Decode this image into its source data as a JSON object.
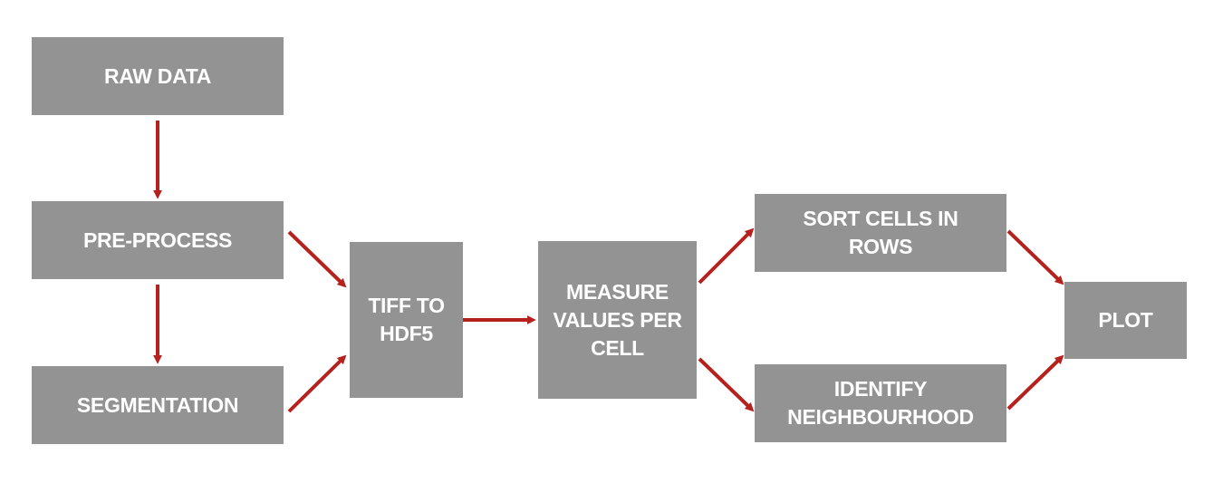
{
  "nodes": {
    "raw_data": {
      "lines": [
        "RAW DATA"
      ]
    },
    "pre_process": {
      "lines": [
        "PRE-PROCESS"
      ]
    },
    "segmentation": {
      "lines": [
        "SEGMENTATION"
      ]
    },
    "tiff_to_hdf5": {
      "lines": [
        "TIFF TO",
        "HDF5"
      ]
    },
    "measure": {
      "lines": [
        "MEASURE",
        "VALUES PER",
        "CELL"
      ]
    },
    "sort_cells": {
      "lines": [
        "SORT CELLS IN",
        "ROWS"
      ]
    },
    "identify": {
      "lines": [
        "IDENTIFY",
        "NEIGHBOURHOOD"
      ]
    },
    "plot": {
      "lines": [
        "PLOT"
      ]
    }
  },
  "edges": [
    {
      "from": "raw_data",
      "to": "pre_process"
    },
    {
      "from": "pre_process",
      "to": "segmentation"
    },
    {
      "from": "pre_process",
      "to": "tiff_to_hdf5"
    },
    {
      "from": "segmentation",
      "to": "tiff_to_hdf5"
    },
    {
      "from": "tiff_to_hdf5",
      "to": "measure"
    },
    {
      "from": "measure",
      "to": "sort_cells"
    },
    {
      "from": "measure",
      "to": "identify"
    },
    {
      "from": "sort_cells",
      "to": "plot"
    },
    {
      "from": "identify",
      "to": "plot"
    }
  ],
  "colors": {
    "node_fill": "#939393",
    "node_text": "#ffffff",
    "arrow": "#b5211d"
  }
}
